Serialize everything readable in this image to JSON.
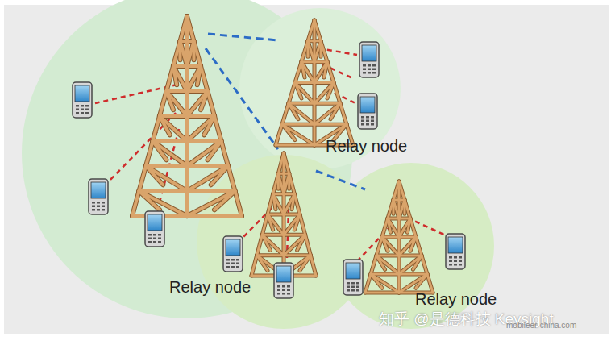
{
  "diagram": {
    "nodes": [
      {
        "text": [
          "Relay node"
        ]
      },
      {
        "text": [
          "Relay node"
        ]
      },
      {
        "text": [
          "Relay node"
        ]
      }
    ],
    "edges": [
      {
        "from": 1,
        "to": 2,
        "arrow": "none"
      }
    ],
    "labels": [
      "知乎 @是德科技 Keysight",
      "mobileer-china.com"
    ]
  }
}
